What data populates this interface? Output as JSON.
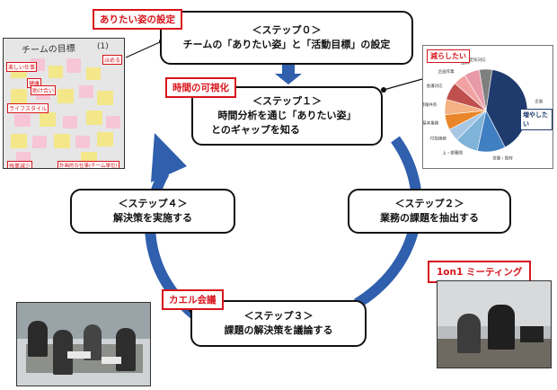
{
  "steps": [
    {
      "title": "＜ステップ０＞",
      "desc": "チームの「ありたい姿」と「活動目標」の設定"
    },
    {
      "title": "＜ステップ１＞",
      "desc1": "時間分析を通じ「ありたい姿」",
      "desc2": "とのギャップを知る"
    },
    {
      "title": "＜ステップ２＞",
      "desc": "業務の課題を抽出する"
    },
    {
      "title": "＜ステップ３＞",
      "desc": "課題の解決策を議論する"
    },
    {
      "title": "＜ステップ４＞",
      "desc": "解決策を実施する"
    }
  ],
  "labels": {
    "arita": "ありたい姿の設定",
    "jikan": "時間の可視化",
    "kaeru": "カエル会議",
    "oneonone": "1on1 ミーティング"
  },
  "board": {
    "title": "チームの目標",
    "tags": [
      "楽しい仕事",
      "健康",
      "助け合い",
      "ライフスタイル",
      "ほめる",
      "残業減少",
      "計画的な仕事(チーム単位)"
    ]
  },
  "pie": {
    "reduce": "減らしたい",
    "increase": "増やしたい",
    "slices": [
      {
        "value": 40,
        "color": "#1f3a6d",
        "label": "企画"
      },
      {
        "value": 11,
        "color": "#3f7fc2",
        "label": "営業・取材"
      },
      {
        "value": 9,
        "color": "#7fb3d8",
        "label": "上・部署間"
      },
      {
        "value": 5,
        "color": "#a7c7e4",
        "label": "付加価値"
      },
      {
        "value": 6,
        "color": "#e9862a",
        "label": "基本業務"
      },
      {
        "value": 6,
        "color": "#f4b183",
        "label": "情報共有"
      },
      {
        "value": 7,
        "color": "#c0504d",
        "label": "会議対応"
      },
      {
        "value": 5,
        "color": "#f2a2a2",
        "label": "企画作業"
      },
      {
        "value": 6,
        "color": "#e89aa8",
        "label": "資料"
      },
      {
        "value": 5,
        "color": "#7f7f7f",
        "label": "不定形対応"
      }
    ]
  }
}
